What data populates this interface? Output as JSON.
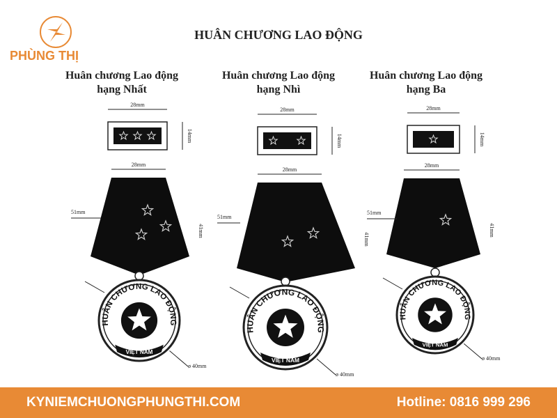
{
  "brand": {
    "name": "PHÙNG THỊ",
    "color": "#e88a35",
    "logo_icon": "four-point-star-circle-icon"
  },
  "title": "HUÂN CHƯƠNG LAO ĐỘNG",
  "columns": [
    {
      "title_line1": "Huân chương Lao động",
      "title_line2": "hạng Nhất",
      "stars": 3,
      "bar_width": "28mm",
      "bar_height": "14mm",
      "ribbon_width": "28mm",
      "ribbon_side": "51mm",
      "ribbon_height": "41mm",
      "diameter": "ø 40mm"
    },
    {
      "title_line1": "Huân chương Lao động",
      "title_line2": "hạng Nhì",
      "stars": 2,
      "bar_width": "28mm",
      "bar_height": "14mm",
      "ribbon_width": "28mm",
      "ribbon_side": "51mm",
      "ribbon_height": "41mm",
      "diameter": "ø 40mm"
    },
    {
      "title_line1": "Huân chương Lao động",
      "title_line2": "hạng Ba",
      "stars": 1,
      "bar_width": "28mm",
      "bar_height": "14mm",
      "ribbon_width": "28mm",
      "ribbon_side": "51mm",
      "ribbon_height": "41mm",
      "diameter": "ø 40mm"
    }
  ],
  "medal": {
    "ring_text": "HUÂN CHƯƠNG LAO ĐỘNG",
    "banner_text": "VIỆT NAM"
  },
  "footer": {
    "website": "KYNIEMCHUONGPHUNGTHI.COM",
    "hotline": "Hotline: 0816 999 296",
    "background": "#e88a35"
  }
}
